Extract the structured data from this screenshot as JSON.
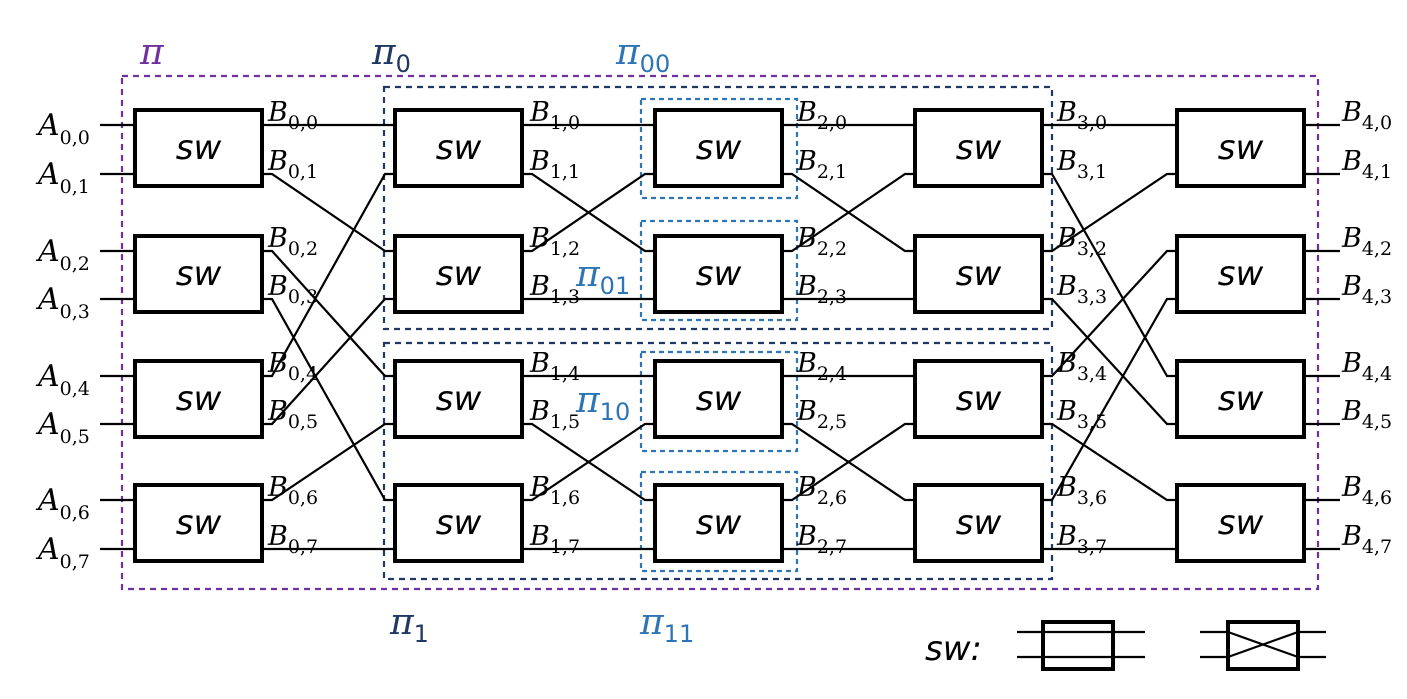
{
  "switch_label": "sw",
  "legend_label": "sw:",
  "inputs": [
    {
      "base": "A",
      "sub": "0,0"
    },
    {
      "base": "A",
      "sub": "0,1"
    },
    {
      "base": "A",
      "sub": "0,2"
    },
    {
      "base": "A",
      "sub": "0,3"
    },
    {
      "base": "A",
      "sub": "0,4"
    },
    {
      "base": "A",
      "sub": "0,5"
    },
    {
      "base": "A",
      "sub": "0,6"
    },
    {
      "base": "A",
      "sub": "0,7"
    }
  ],
  "stages": [
    [
      "0,0",
      "0,1",
      "0,2",
      "0,3",
      "0,4",
      "0,5",
      "0,6",
      "0,7"
    ],
    [
      "1,0",
      "1,1",
      "1,2",
      "1,3",
      "1,4",
      "1,5",
      "1,6",
      "1,7"
    ],
    [
      "2,0",
      "2,1",
      "2,2",
      "2,3",
      "2,4",
      "2,5",
      "2,6",
      "2,7"
    ],
    [
      "3,0",
      "3,1",
      "3,2",
      "3,3",
      "3,4",
      "3,5",
      "3,6",
      "3,7"
    ],
    [
      "4,0",
      "4,1",
      "4,2",
      "4,3",
      "4,4",
      "4,5",
      "4,6",
      "4,7"
    ]
  ],
  "stage_base": "B",
  "regions": {
    "pi": {
      "base": "π",
      "sub": "",
      "color": "#7030a0"
    },
    "pi0": {
      "base": "π",
      "sub": "0",
      "color": "#1f3864"
    },
    "pi1": {
      "base": "π",
      "sub": "1",
      "color": "#1f3864"
    },
    "pi00": {
      "base": "π",
      "sub": "00",
      "color": "#2e75b6"
    },
    "pi01": {
      "base": "π",
      "sub": "01",
      "color": "#2e75b6"
    },
    "pi10": {
      "base": "π",
      "sub": "10",
      "color": "#2e75b6"
    },
    "pi11": {
      "base": "π",
      "sub": "11",
      "color": "#2e75b6"
    }
  }
}
